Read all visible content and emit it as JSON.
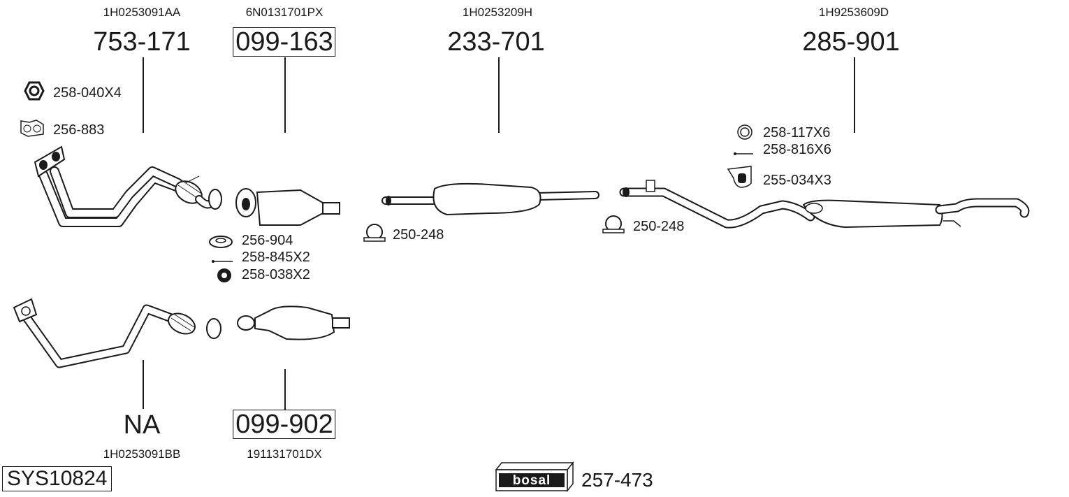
{
  "top_parts": [
    {
      "oe": "1H0253091AA",
      "number": "753-171",
      "boxed": false
    },
    {
      "oe": "6N0131701PX",
      "number": "099-163",
      "boxed": true
    },
    {
      "oe": "1H0253209H",
      "number": "233-701",
      "boxed": false
    },
    {
      "oe": "1H9253609D",
      "number": "285-901",
      "boxed": false
    }
  ],
  "bottom_parts": [
    {
      "oe": "1H0253091BB",
      "number": "NA",
      "boxed": false
    },
    {
      "oe": "191131701DX",
      "number": "099-902",
      "boxed": true
    }
  ],
  "accessories": {
    "nut_front": "258-040X4",
    "gasket_front": "256-883",
    "gasket_cat": "256-904",
    "bolt_cat": "258-845X2",
    "nut_cat": "258-038X2",
    "clamp_mid": "250-248",
    "clamp_rear": "250-248",
    "ring_rear": "258-117X6",
    "bolt_rear": "258-816X6",
    "hanger_rear": "255-034X3"
  },
  "system_id": "SYS10824",
  "brand": {
    "logo_text": "bosal",
    "kit_number": "257-473"
  }
}
